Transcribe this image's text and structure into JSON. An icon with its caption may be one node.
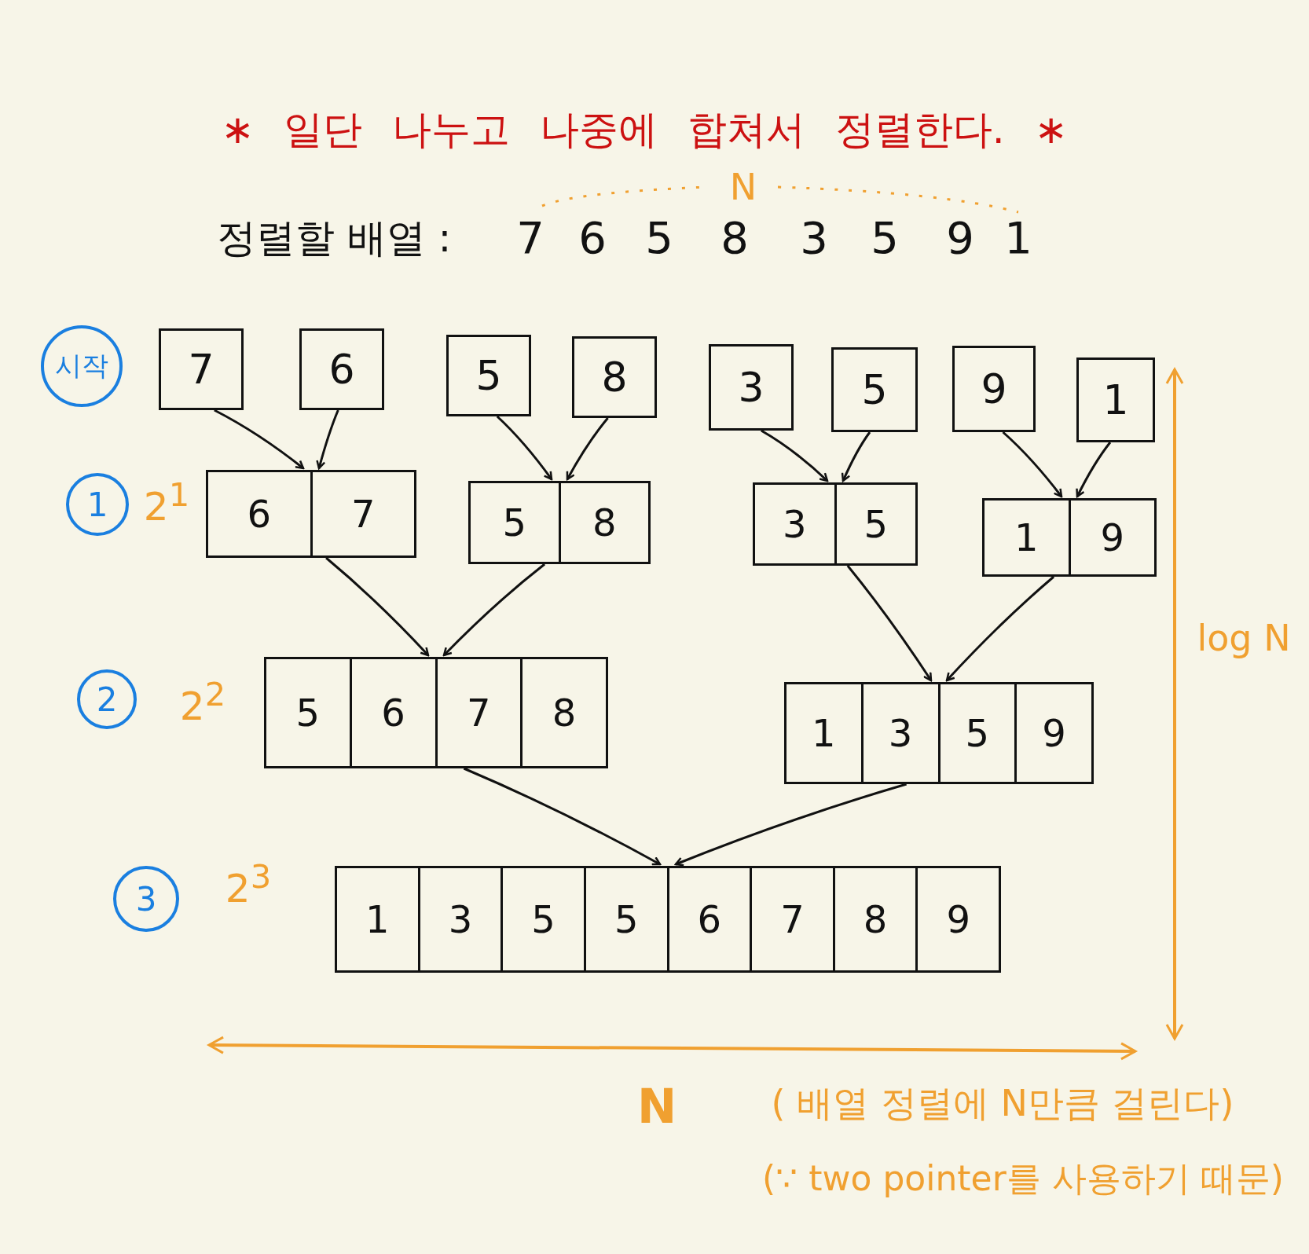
{
  "diagram": {
    "title": "∗ 일단 나누고 나중에 합쳐서 정렬한다. ∗",
    "nodes": [
      {
        "text": [
          "7"
        ]
      },
      {
        "text": [
          "6"
        ]
      },
      {
        "text": [
          "5"
        ]
      },
      {
        "text": [
          "8"
        ]
      },
      {
        "text": [
          "3"
        ]
      },
      {
        "text": [
          "5"
        ]
      },
      {
        "text": [
          "9"
        ]
      },
      {
        "text": [
          "1"
        ]
      },
      {
        "text": [
          "6",
          "7"
        ]
      },
      {
        "text": [
          "5",
          "8"
        ]
      },
      {
        "text": [
          "3",
          "5"
        ]
      },
      {
        "text": [
          "1",
          "9"
        ]
      },
      {
        "text": [
          "5",
          "6",
          "7",
          "8"
        ]
      },
      {
        "text": [
          "1",
          "3",
          "5",
          "9"
        ]
      },
      {
        "text": [
          "1",
          "3",
          "5",
          "5",
          "6",
          "7",
          "8",
          "9"
        ]
      },
      {
        "text": [
          "시작"
        ]
      },
      {
        "text": [
          "1"
        ]
      },
      {
        "text": [
          "2"
        ]
      },
      {
        "text": [
          "3"
        ]
      }
    ],
    "edges": [
      {
        "from": 0,
        "to": 8,
        "arrow": "to"
      },
      {
        "from": 1,
        "to": 8,
        "arrow": "to"
      },
      {
        "from": 2,
        "to": 9,
        "arrow": "to"
      },
      {
        "from": 3,
        "to": 9,
        "arrow": "to"
      },
      {
        "from": 4,
        "to": 10,
        "arrow": "to"
      },
      {
        "from": 5,
        "to": 10,
        "arrow": "to"
      },
      {
        "from": 6,
        "to": 11,
        "arrow": "to"
      },
      {
        "from": 7,
        "to": 11,
        "arrow": "to"
      },
      {
        "from": 8,
        "to": 12,
        "arrow": "to"
      },
      {
        "from": 9,
        "to": 12,
        "arrow": "to"
      },
      {
        "from": 10,
        "to": 13,
        "arrow": "to"
      },
      {
        "from": 11,
        "to": 13,
        "arrow": "to"
      },
      {
        "from": 12,
        "to": 14,
        "arrow": "to"
      },
      {
        "from": 13,
        "to": 14,
        "arrow": "to"
      }
    ],
    "labels": [
      "N",
      "정렬할 배열 :",
      "7",
      "6",
      "5",
      "8",
      "3",
      "5",
      "9",
      "1",
      "2$^{1}$",
      "2$^{2}$",
      "2$^{3}$",
      "log N",
      "N",
      "( 배열 정렬에 N만큼 걸린다)",
      "(∵ two pointer를 사용하기 때문)"
    ]
  }
}
